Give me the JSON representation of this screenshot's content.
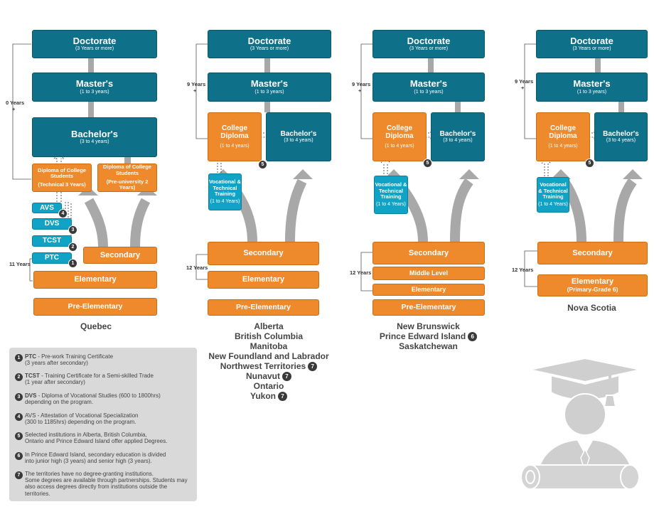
{
  "boxes": {
    "doctorate": "Doctorate",
    "doctorate_sub": "(3 Years or more)",
    "masters": "Master's",
    "masters_sub": "(1 to 3 years)",
    "bachelors": "Bachelor's",
    "bachelors_sub": "(3 to 4 years)",
    "college_diploma": "College Diploma",
    "college_diploma_sub": "(1 to 4 years)",
    "vocational": "Vocational & Technical Training",
    "vocational_sub": "(1 to 4 Years)",
    "secondary": "Secondary",
    "elementary": "Elementary",
    "elementary_ns": "Elementary",
    "elementary_ns_sub": "(Primary-Grade 6)",
    "pre_elementary": "Pre-Elementary",
    "middle_level": "Middle Level",
    "diploma_tech": "Diploma of College Students",
    "diploma_tech_sub": "(Technical 3 Years)",
    "diploma_pre": "Diploma of College Students",
    "diploma_pre_sub": "(Pre-university 2 Years)",
    "avs": "AVS",
    "dvs": "DVS",
    "tcst": "TCST",
    "ptc": "PTC"
  },
  "years": {
    "q_top": "0 Years",
    "q_plus": "+",
    "q_bottom": "11 Years",
    "b_top": "9 Years",
    "b_bottom": "12 Years"
  },
  "badges": [
    "1",
    "2",
    "3",
    "4",
    "5",
    "6",
    "7"
  ],
  "provinces": {
    "col1": [
      "Quebec"
    ],
    "col2": [
      "Alberta",
      "British Columbia",
      "Manitoba",
      "New Foundland and Labrador",
      "Northwest Territories",
      "Nunavut",
      "Ontario",
      "Yukon"
    ],
    "col3": [
      "New Brunswick",
      "Prince Edward Island",
      "Saskatchewan"
    ],
    "col4": [
      "Nova Scotia"
    ]
  },
  "legend": [
    {
      "num": "1",
      "abbr": "PTC",
      "text": " - Pre-work Training Certificate",
      "sub": "(3 years after secondary)"
    },
    {
      "num": "2",
      "abbr": "TCST",
      "text": " - Training Certificate for a Semi-skilled Trade",
      "sub": "(1 year after secondary)"
    },
    {
      "num": "3",
      "abbr": "DVS",
      "text": " - Diploma of Vocational Studies (600 to 1800hrs)",
      "sub": "depending on the program."
    },
    {
      "num": "4",
      "abbr": "",
      "text": "AVS - Attestation of Vocational Specialization",
      "sub": "(300 to 1185hrs) depending on the program."
    },
    {
      "num": "5",
      "abbr": "",
      "text": "Selected institutions in Alberta, British Columbia,",
      "sub": "Ontario and Prince Edward Island offer applied Degrees."
    },
    {
      "num": "6",
      "abbr": "",
      "text": "In Prince Edward Island, secondary education is divided",
      "sub": "into junior high (3 years) and senior high (3 years)."
    },
    {
      "num": "7",
      "abbr": "",
      "text": "The territories have no degree-granting institutions.",
      "sub": "Some degrees are available through partnerships. Students may also access degrees directly from institutions outside the territories."
    }
  ],
  "colors": {
    "teal": "#0e7189",
    "orange": "#ee8a2c",
    "light_teal": "#11a3c6",
    "gray": "#d9d9d9"
  }
}
